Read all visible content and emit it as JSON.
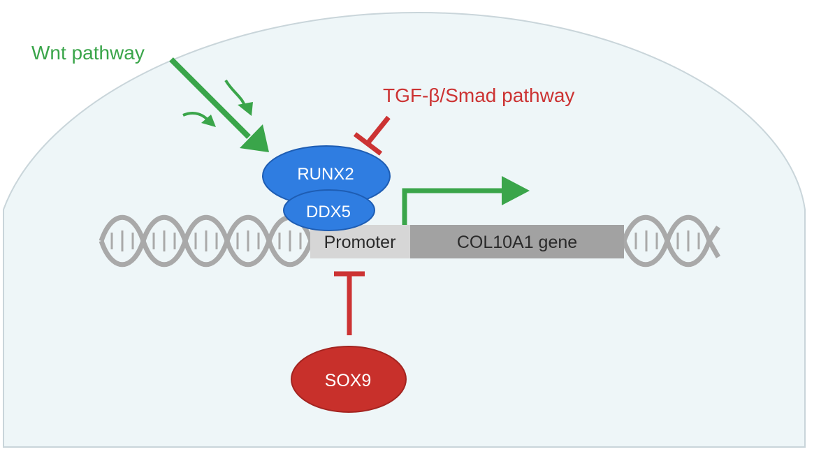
{
  "labels": {
    "wnt": "Wnt pathway",
    "tgf": "TGF-β/Smad pathway",
    "runx2": "RUNX2",
    "ddx5": "DDX5",
    "promoter": "Promoter",
    "gene": "COL10A1 gene",
    "sox9": "SOX9"
  },
  "colors": {
    "activation_green": "#3aa54a",
    "inhibition_red": "#cc3333",
    "protein_blue": "#2f7de1",
    "repressor_red": "#c8302b",
    "cell_fill": "#eef6f8",
    "dna_gray": "#a9a9a9",
    "promoter_gray": "#d6d6d6",
    "gene_gray": "#a2a2a2"
  }
}
